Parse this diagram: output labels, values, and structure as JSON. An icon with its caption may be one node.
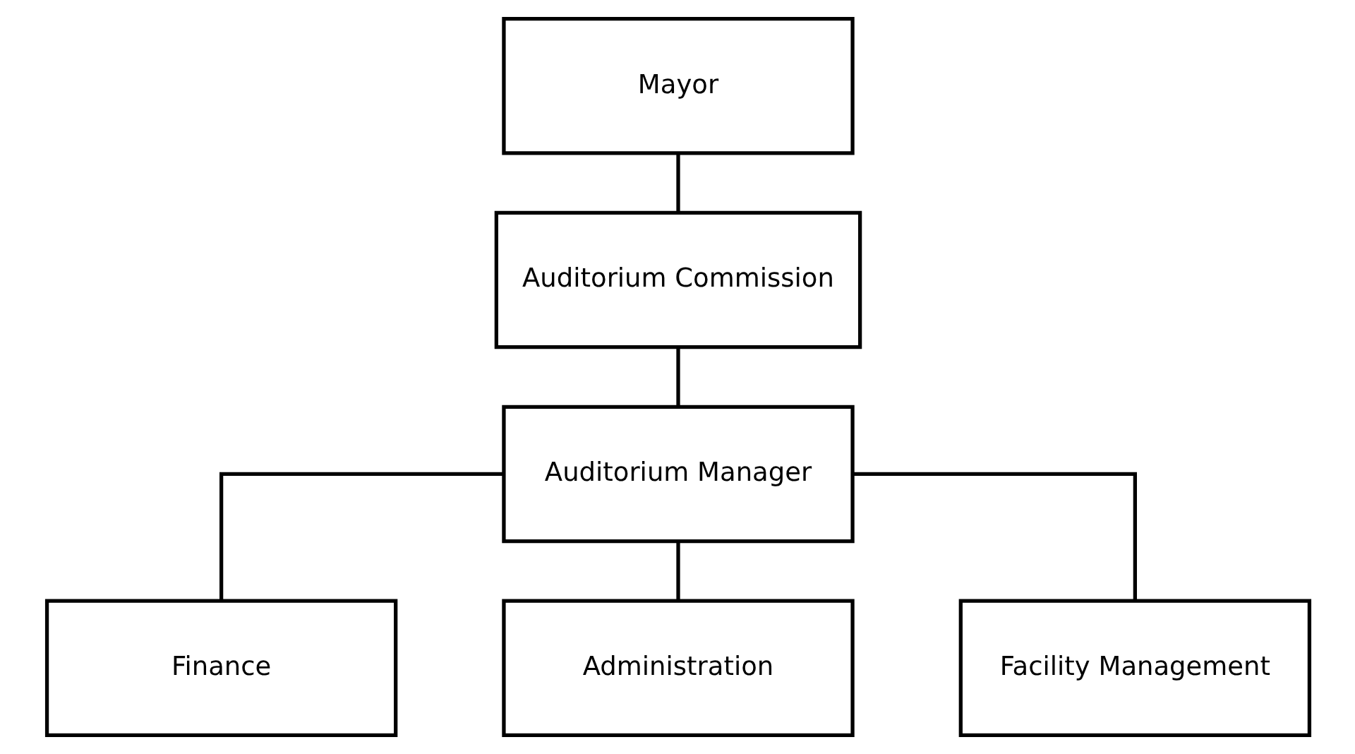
{
  "diagram": {
    "nodes": [
      {
        "text": [
          "Mayor"
        ]
      },
      {
        "text": [
          "Auditorium Commission"
        ]
      },
      {
        "text": [
          "Auditorium Manager"
        ]
      },
      {
        "text": [
          "Finance"
        ]
      },
      {
        "text": [
          "Administration"
        ]
      },
      {
        "text": [
          "Facility Management"
        ]
      }
    ],
    "edges": [
      {
        "from": 0,
        "to": 1,
        "arrow": "none"
      },
      {
        "from": 1,
        "to": 2,
        "arrow": "none"
      },
      {
        "from": 2,
        "to": 3,
        "arrow": "none"
      },
      {
        "from": 2,
        "to": 4,
        "arrow": "none"
      },
      {
        "from": 2,
        "to": 5,
        "arrow": "none"
      }
    ]
  }
}
